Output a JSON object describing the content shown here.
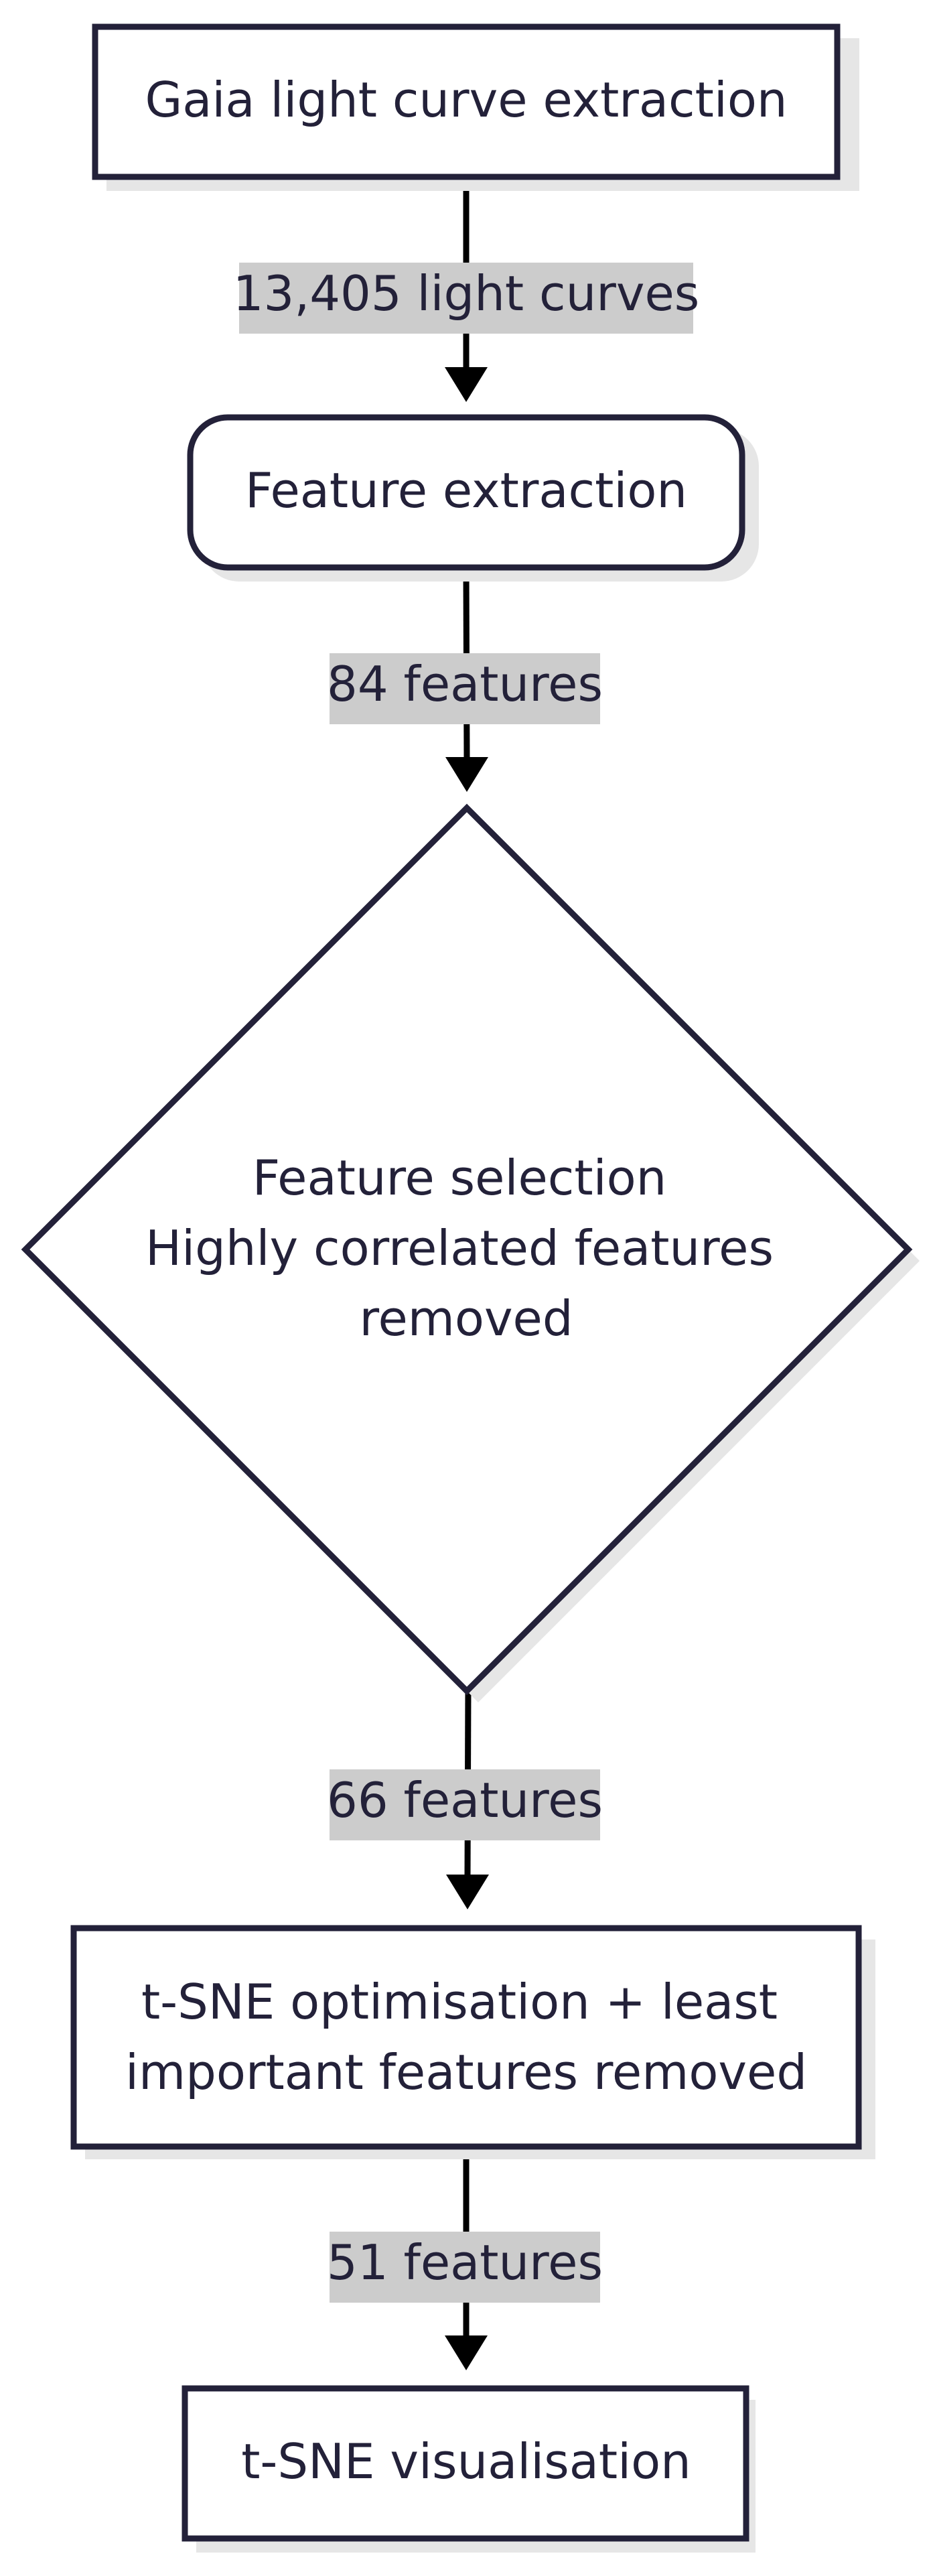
{
  "nodes": {
    "gaia": {
      "label": "Gaia light curve extraction"
    },
    "feature_extraction": {
      "label": "Feature extraction"
    },
    "feature_selection": {
      "lines": [
        "Feature selection",
        "Highly correlated features",
        "removed"
      ]
    },
    "tsne_optimisation": {
      "lines": [
        "t-SNE optimisation + least",
        "important features removed"
      ]
    },
    "tsne_visualisation": {
      "label": "t-SNE visualisation"
    }
  },
  "edges": {
    "e1": {
      "label": "13,405 light curves"
    },
    "e2": {
      "label": "84 features"
    },
    "e3": {
      "label": "66 features"
    },
    "e4": {
      "label": "51 features"
    }
  },
  "colors": {
    "stroke": "#232139",
    "shadow": "#e6e6e6",
    "edge_label_bg": "#cccccc",
    "arrow": "#000000"
  }
}
